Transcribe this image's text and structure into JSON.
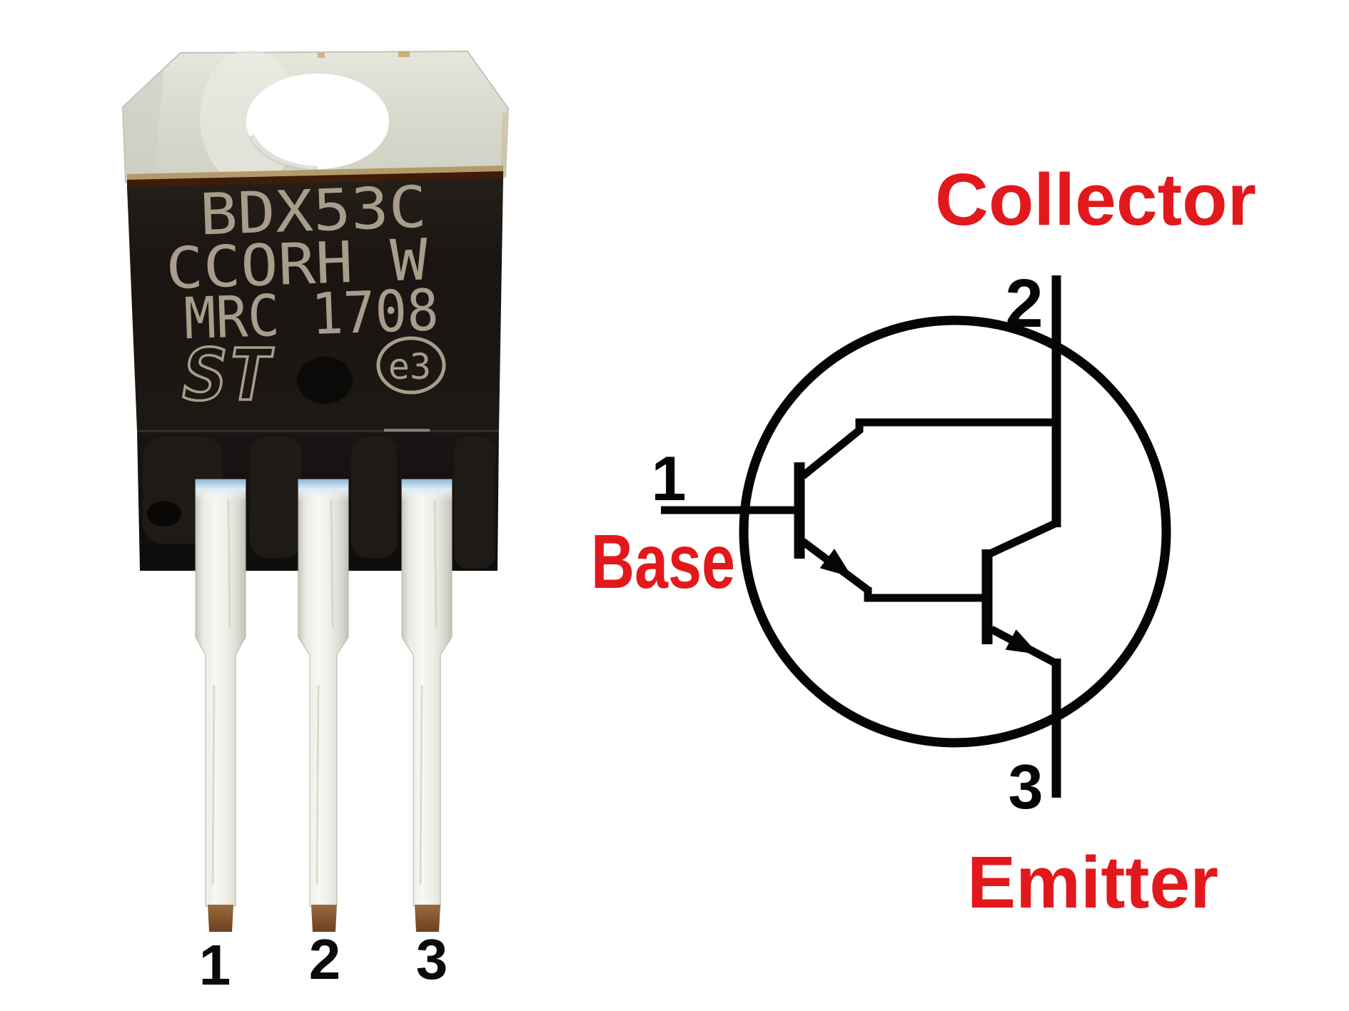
{
  "background_color": "#ffffff",
  "photo": {
    "marking_line1": "BDX53C",
    "marking_line2": "CCORH W",
    "marking_line3": "MRC 1708",
    "logo_text": "ST",
    "rohs_mark": "e3",
    "marking_color": "#a79d8a",
    "pin1": "1",
    "pin2": "2",
    "pin3": "3"
  },
  "schematic": {
    "pin1_number": "1",
    "pin1_name": "Base",
    "pin2_number": "2",
    "pin2_name": "Collector",
    "pin3_number": "3",
    "pin3_name": "Emitter",
    "label_color": "#e2191c",
    "line_color": "#050505"
  }
}
